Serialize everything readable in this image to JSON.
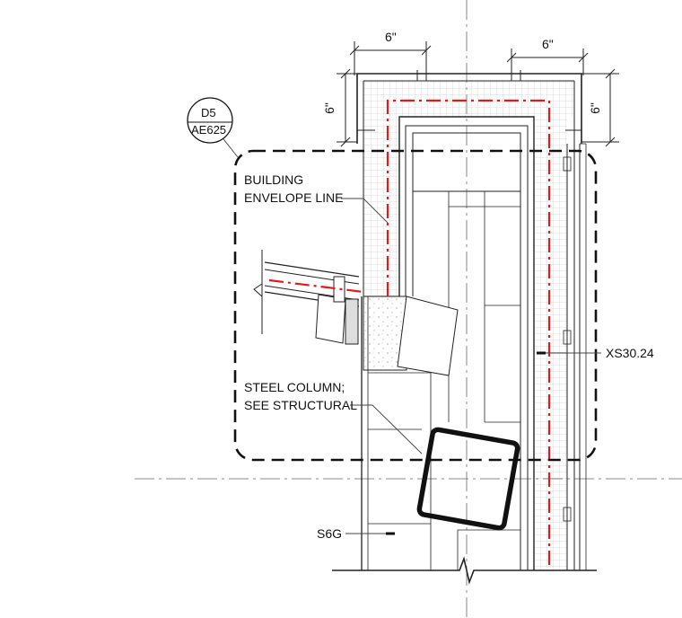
{
  "detail_tag": {
    "number": "D5",
    "sheet": "AE625"
  },
  "dimensions": {
    "top_left": "6\"",
    "top_right": "6\"",
    "left_vertical": "6\"",
    "right_vertical": "6\""
  },
  "notes": {
    "envelope_line_1": "BUILDING",
    "envelope_line_2": "ENVELOPE LINE",
    "column_line_1": "STEEL COLUMN;",
    "column_line_2": "SEE STRUCTURAL",
    "ref_xs": "XS30.24",
    "ref_s6g": "S6G"
  }
}
